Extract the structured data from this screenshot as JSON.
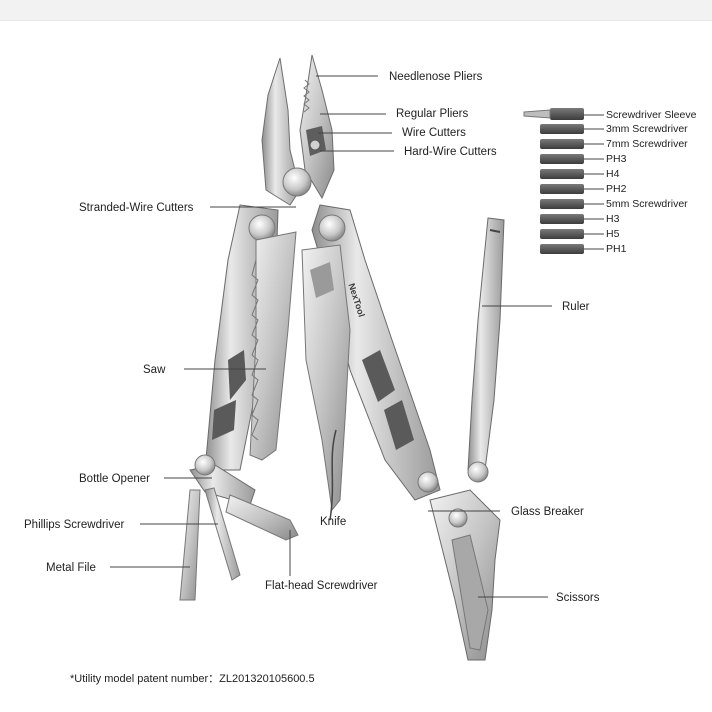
{
  "labels": {
    "needlenose": "Needlenose Pliers",
    "regular": "Regular Pliers",
    "wire_cutters": "Wire Cutters",
    "hard_wire": "Hard-Wire Cutters",
    "stranded": "Stranded-Wire Cutters",
    "saw": "Saw",
    "bottle": "Bottle Opener",
    "phillips": "Phillips Screwdriver",
    "file": "Metal File",
    "flathead": "Flat-head Screwdriver",
    "knife": "Knife",
    "ruler": "Ruler",
    "glass": "Glass Breaker",
    "scissors": "Scissors"
  },
  "bits": [
    "Screwdriver Sleeve",
    "3mm Screwdriver",
    "7mm Screwdriver",
    "PH3",
    "H4",
    "PH2",
    "5mm Screwdriver",
    "H3",
    "H5",
    "PH1"
  ],
  "brand": "NexTool",
  "footnote": "*Utility model patent number：ZL201320105600.5"
}
